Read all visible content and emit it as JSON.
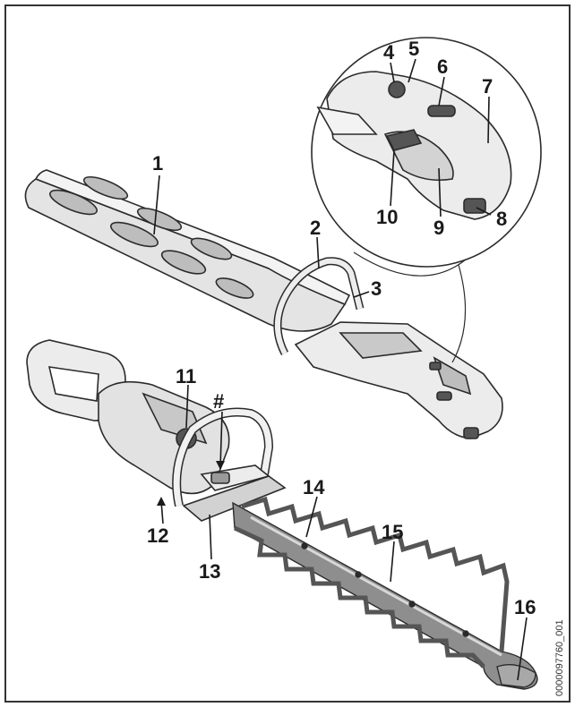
{
  "diagram": {
    "document_id": "0000097760_001",
    "colors": {
      "outline": "#2b2b2b",
      "body_fill": "#ececec",
      "shade": "#bdbdbd",
      "dark": "#555555",
      "frame": "#333333"
    },
    "callouts": {
      "c1": "1",
      "c2": "2",
      "c3": "3",
      "c4": "4",
      "c5": "5",
      "c6": "6",
      "c7": "7",
      "c8": "8",
      "c9": "9",
      "c10": "10",
      "c11": "11",
      "c12": "12",
      "c13": "13",
      "c14": "14",
      "c15": "15",
      "c16": "16",
      "hash": "#"
    }
  }
}
